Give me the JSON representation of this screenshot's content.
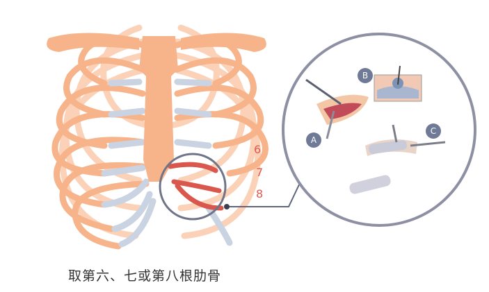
{
  "rib_labels": [
    "6",
    "7",
    "8"
  ],
  "inset_badges": [
    "A",
    "B",
    "C"
  ],
  "caption": "取第六、七或第八根肋骨",
  "colors": {
    "bone": "#f7b48a",
    "bone_light": "#fbd2b8",
    "cartilage": "#c9d3e2",
    "highlight_rib": "#d9574d",
    "connector": "#5e647a",
    "label": "#e05a4e"
  }
}
